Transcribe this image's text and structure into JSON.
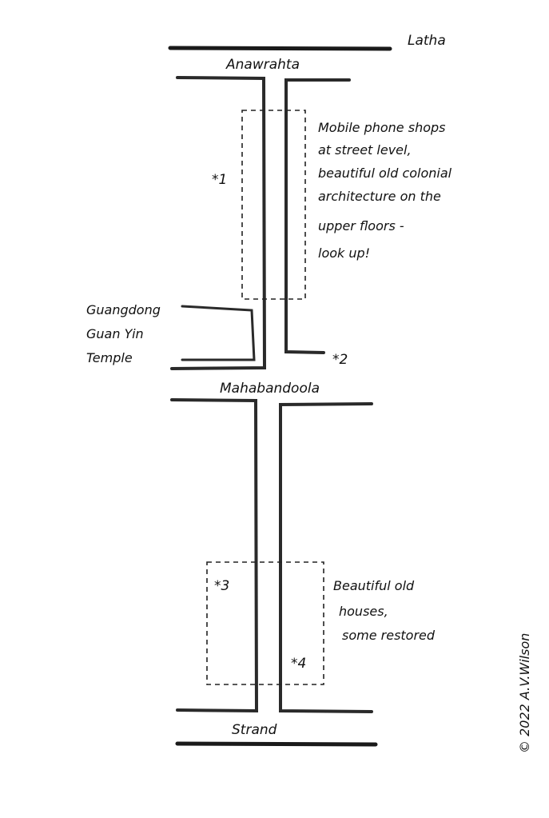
{
  "map": {
    "district": "Latha",
    "streets": {
      "north": "Anawrahta",
      "middle": "Mahabandoola",
      "south": "Strand"
    },
    "landmark": [
      "Guangdong",
      "Guan Yin",
      "Temple"
    ],
    "markers": [
      "*1",
      "*2",
      "*3",
      "*4"
    ],
    "notes": {
      "upper": [
        "Mobile phone shops",
        "at street level,",
        "beautiful old colonial",
        "architecture on the",
        "upper floors -",
        "look up!"
      ],
      "lower": [
        "Beautiful old",
        "houses,",
        "some restored"
      ]
    },
    "copyright": "© 2022  A.V.Wilson"
  }
}
